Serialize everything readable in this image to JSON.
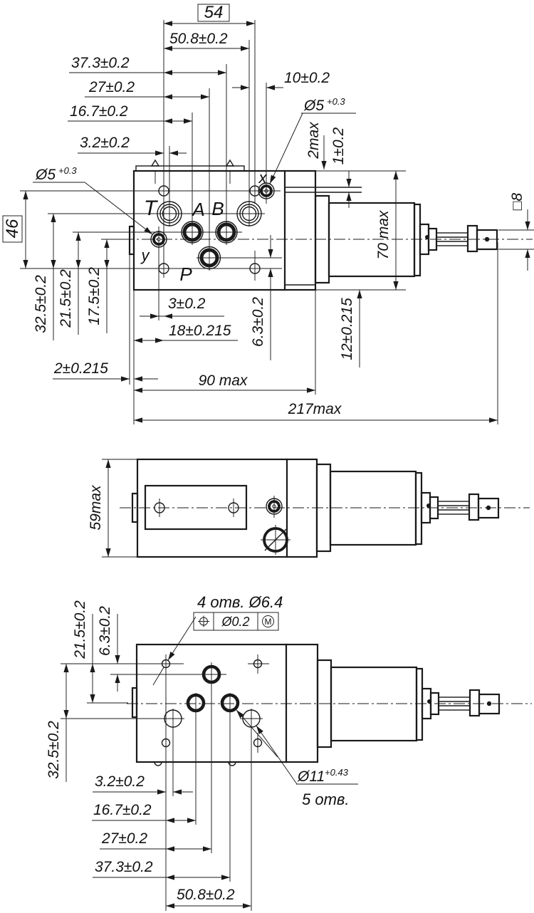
{
  "colors": {
    "ink": "#1a1a1a",
    "paper": "#ffffff"
  },
  "view1": {
    "dims": {
      "d54": "54",
      "d50_8": "50.8±0.2",
      "d37_3": "37.3±0.2",
      "d27": "27±0.2",
      "d16_7": "16.7±0.2",
      "d3_2": "3.2±0.2",
      "d10": "10±0.2",
      "dia5": "Ø5",
      "dia5_tol": "+0.3",
      "d2max": "2max",
      "d1": "1±0.2",
      "d46": "46",
      "d32_5": "32.5±0.2",
      "d21_5": "21.5±0.2",
      "d17_5": "17.5±0.2",
      "d2": "2±0.215",
      "d3": "3±0.2",
      "d18": "18±0.215",
      "d6_3": "6.3±0.2",
      "d12": "12±0.215",
      "d70": "70 max",
      "d90": "90 max",
      "d217": "217max",
      "sq8": "□8"
    },
    "ports": {
      "t": "T",
      "a": "A",
      "b": "B",
      "p": "P",
      "x": "x",
      "y": "y"
    }
  },
  "view2": {
    "dims": {
      "d59": "59max"
    }
  },
  "view3": {
    "dims": {
      "d21_5": "21.5±0.2",
      "d6_3": "6.3±0.2",
      "d32_5": "32.5±0.2",
      "d3_2": "3.2±0.2",
      "d16_7": "16.7±0.2",
      "d27": "27±0.2",
      "d37_3": "37.3±0.2",
      "d50_8": "50.8±0.2",
      "dia11": "Ø11",
      "dia11_tol": "+0.43",
      "holes5": "5 отв.",
      "holes4": "4 отв. Ø6.4",
      "fcf_dia": "Ø0.2",
      "fcf_m": "M"
    }
  }
}
